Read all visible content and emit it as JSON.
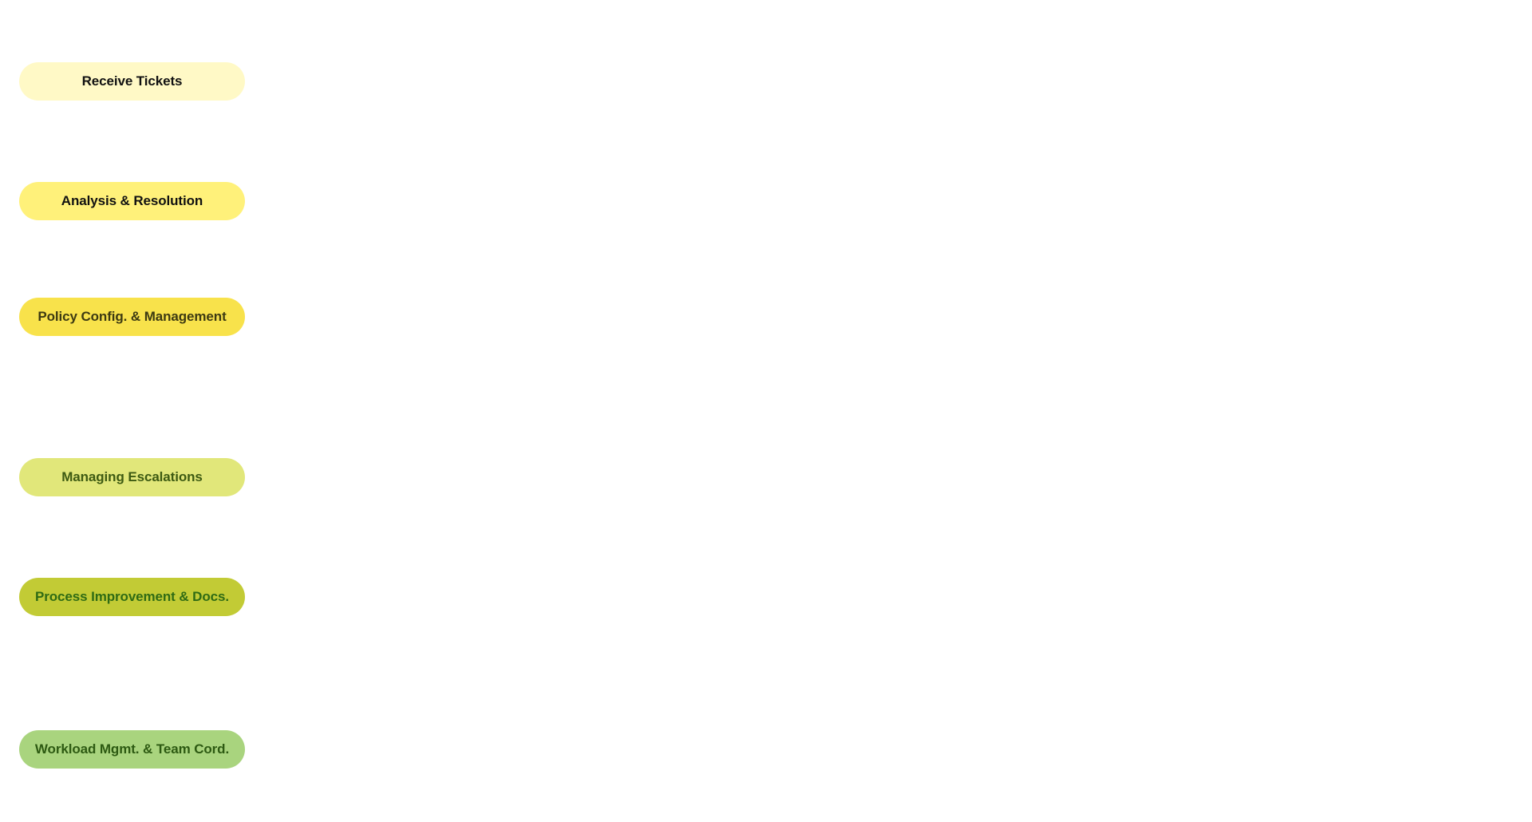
{
  "stages": [
    {
      "label": "Receive Tickets",
      "bg": "#fff9c6",
      "color": "#111111"
    },
    {
      "label": "Analysis & Resolution",
      "bg": "#fff17a",
      "color": "#111111"
    },
    {
      "label": "Policy Config. & Management",
      "bg": "#f8e24b",
      "color": "#3d3a12"
    },
    {
      "label": "Managing Escalations",
      "bg": "#e1e77a",
      "color": "#3d5a12"
    },
    {
      "label": "Process Improvement & Docs.",
      "bg": "#c2cb35",
      "color": "#2f6b14"
    },
    {
      "label": "Workload Mgmt. & Team Cord.",
      "bg": "#a9d47e",
      "color": "#2d5a12"
    }
  ]
}
